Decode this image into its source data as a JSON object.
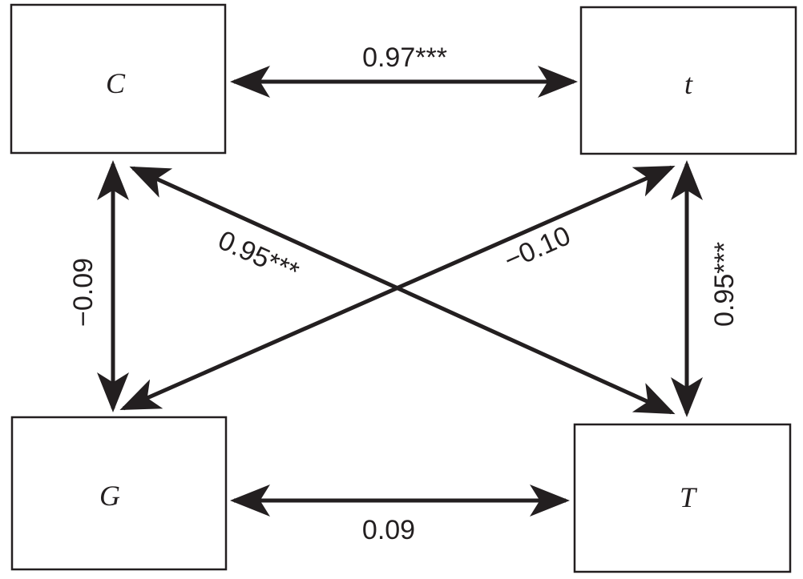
{
  "nodes": {
    "C": "C",
    "t": "t",
    "G": "G",
    "T": "T"
  },
  "paths": {
    "C_t": "0.97***",
    "C_G": "−0.09",
    "C_T": "0.95***",
    "t_G": "−0.10",
    "t_T": "0.95***",
    "G_T": "0.09"
  },
  "colors": {
    "ink": "#231f20",
    "background": "#ffffff"
  }
}
